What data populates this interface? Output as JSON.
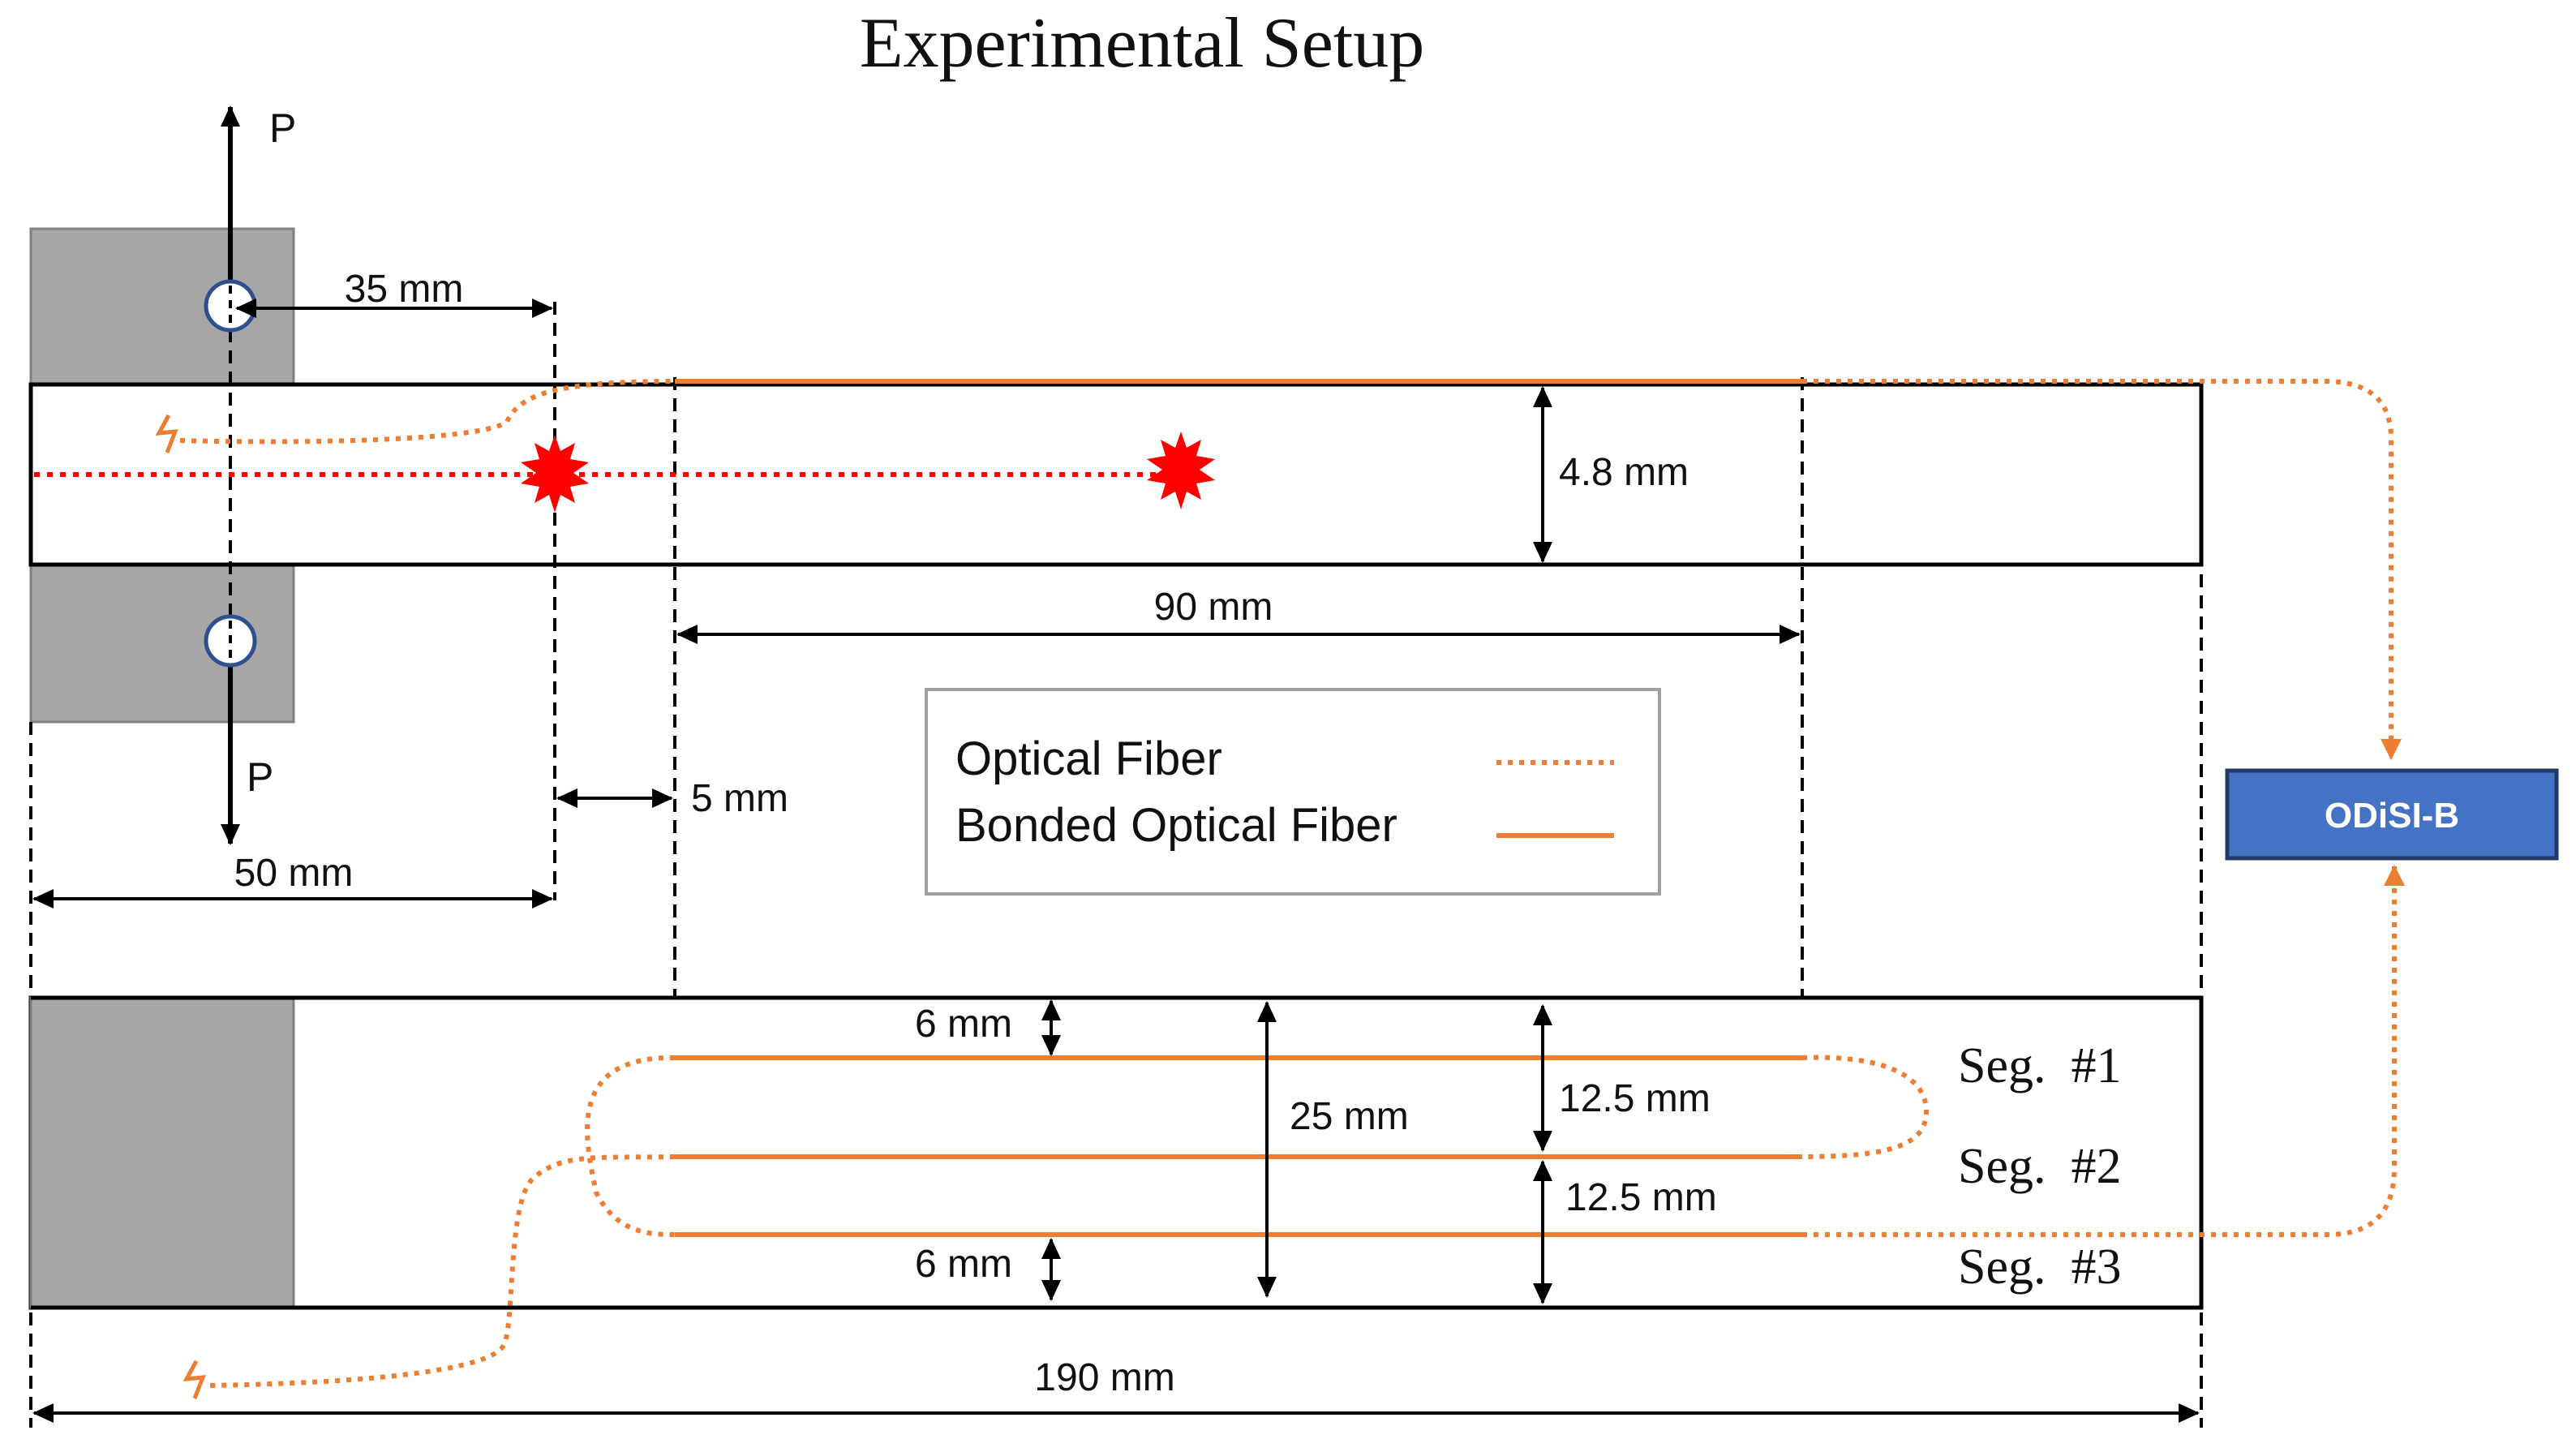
{
  "title": "Experimental Setup",
  "loads": {
    "top": "P",
    "bottom": "P"
  },
  "dimensions": {
    "grip_to_crack": "35 mm",
    "thickness": "4.8 mm",
    "bonded_length": "90 mm",
    "offset": "5 mm",
    "grip_length": "50 mm",
    "top_margin": "6 mm",
    "height": "25 mm",
    "spacing_1": "12.5 mm",
    "spacing_2": "12.5 mm",
    "bottom_margin": "6 mm",
    "total_length": "190 mm"
  },
  "legend": {
    "optical_fiber": "Optical Fiber",
    "bonded_optical_fiber": "Bonded Optical Fiber"
  },
  "segments": [
    "Seg.  #1",
    "Seg.  #2",
    "Seg.  #3"
  ],
  "interrogator": "ODiSI-B",
  "colors": {
    "fiber": "#ED7D31",
    "crack": "#FF0000",
    "grip": "#A6A6A6",
    "interrogator_fill": "#4472C4",
    "interrogator_border": "#1F3864",
    "hole_border": "#2F4F8F"
  }
}
